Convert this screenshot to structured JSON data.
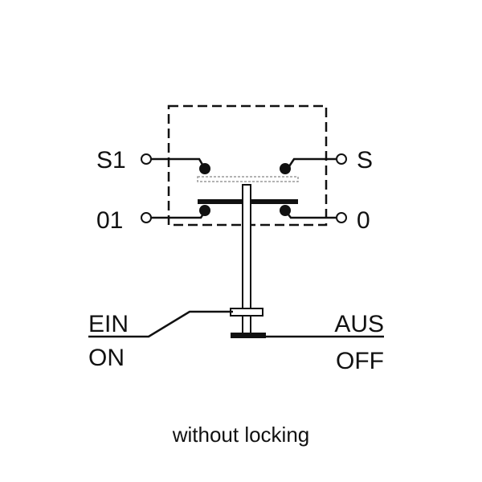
{
  "terminals": {
    "s1": "S1",
    "s": "S",
    "n01": "01",
    "n0": "0"
  },
  "actuator": {
    "ein": "EIN",
    "on": "ON",
    "aus": "AUS",
    "off": "OFF"
  },
  "caption": "without locking",
  "colors": {
    "line": "#111111",
    "dashed": "#111111",
    "dotted_contact": "#9a9a9a",
    "background": "#ffffff"
  }
}
